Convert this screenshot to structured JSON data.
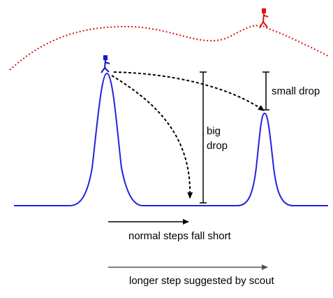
{
  "labels": {
    "big_drop_line1": "big",
    "big_drop_line2": "drop",
    "small_drop": "small drop",
    "normal_steps": "normal steps fall short",
    "longer_step": "longer step suggested by scout"
  },
  "icons": {
    "walker": "blue-walker-figure",
    "scout": "red-scout-figure"
  },
  "colors": {
    "landscape": "#2222dd",
    "scout_path": "#dd1111",
    "walker": "#1111cc",
    "scout": "#dd1111",
    "annotation": "#000000",
    "longer_arrow": "#555555"
  }
}
